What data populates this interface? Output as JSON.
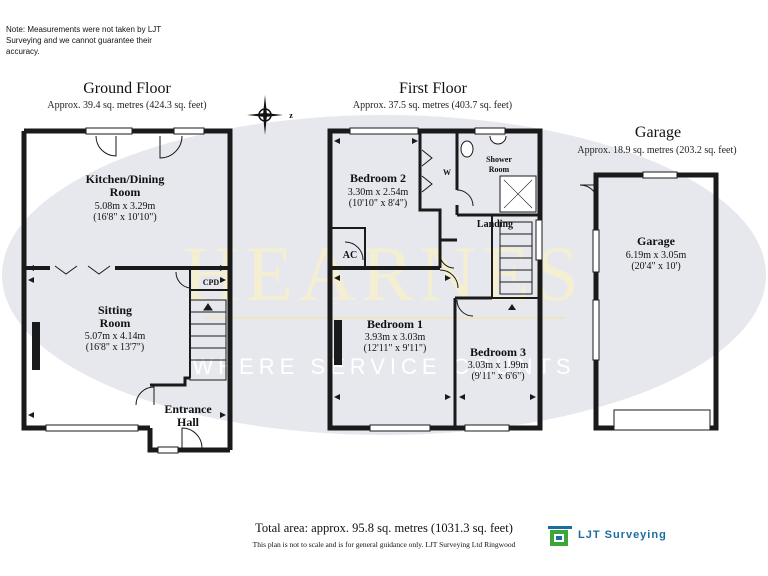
{
  "note": "Note: Measurements were not taken by LJT Surveying and we cannot guarantee their accuracy.",
  "watermark": {
    "main": "HEARNES",
    "tagline": "WHERE SERVICE COUNTS",
    "color": "#f2ecd0",
    "oval": "#e6e8ee"
  },
  "compass_label": "z",
  "floors": {
    "ground": {
      "title": "Ground Floor",
      "area": "Approx. 39.4 sq. metres (424.3 sq. feet)",
      "rooms": [
        {
          "name": "Kitchen/Dining\nRoom",
          "size": "5.08m x 3.29m",
          "imperial": "(16'8\" x 10'10\")"
        },
        {
          "name": "Sitting\nRoom",
          "size": "5.07m x 4.14m",
          "imperial": "(16'8\" x 13'7\")"
        },
        {
          "name": "Entrance\nHall"
        },
        {
          "name": "CPD"
        }
      ]
    },
    "first": {
      "title": "First Floor",
      "area": "Approx. 37.5 sq. metres (403.7 sq. feet)",
      "rooms": [
        {
          "name": "Bedroom 2",
          "size": "3.30m x 2.54m",
          "imperial": "(10'10\" x 8'4\")"
        },
        {
          "name": "Shower\nRoom"
        },
        {
          "name": "W"
        },
        {
          "name": "Landing"
        },
        {
          "name": "AC"
        },
        {
          "name": "Bedroom 1",
          "size": "3.93m x 3.03m",
          "imperial": "(12'11\" x 9'11\")"
        },
        {
          "name": "Bedroom 3",
          "size": "3.03m x 1.99m",
          "imperial": "(9'11\" x 6'6\")"
        }
      ]
    },
    "garage": {
      "title": "Garage",
      "area": "Approx. 18.9 sq. metres (203.2 sq. feet)",
      "rooms": [
        {
          "name": "Garage",
          "size": "6.19m x 3.05m",
          "imperial": "(20'4\" x 10')"
        }
      ]
    }
  },
  "total_area": "Total area: approx. 95.8 sq. metres (1031.3 sq. feet)",
  "disclaimer": "This plan is not to scale and is for general guidance only. LJT Surveying Ltd Ringwood",
  "logo": {
    "text": "LJT Surveying",
    "color": "#1b6ca0",
    "icon_color": "#3aa63a"
  }
}
